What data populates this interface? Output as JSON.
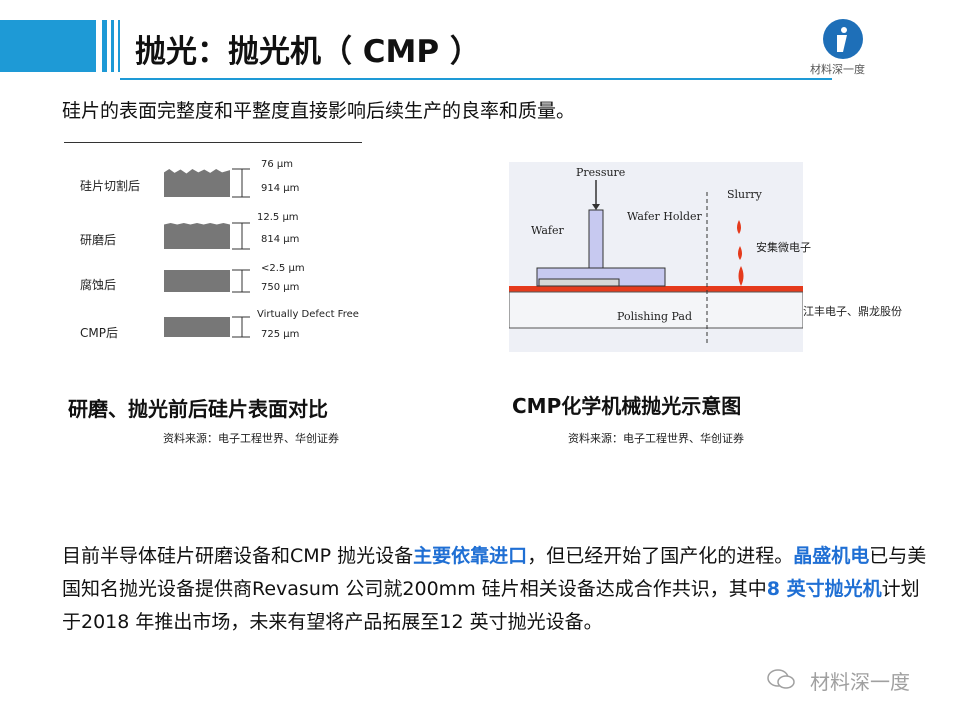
{
  "header": {
    "title": "抛光：抛光机（ CMP ）",
    "logo_text": "材料深一度",
    "accent_color": "#1e9ad6"
  },
  "lead_text": "硅片的表面完整度和平整度直接影响后续生产的良率和质量。",
  "figure_left": {
    "rows": [
      {
        "label": "硅片切割后",
        "top_ann": "76 μm",
        "bottom_ann": "914 μm"
      },
      {
        "label": "研磨后",
        "top_ann": "12.5 μm",
        "bottom_ann": "814 μm"
      },
      {
        "label": "腐蚀后",
        "top_ann": "<2.5 μm",
        "bottom_ann": "750 μm"
      },
      {
        "label": "CMP后",
        "top_ann": "Virtually Defect Free",
        "bottom_ann": "725 μm"
      }
    ],
    "caption": "研磨、抛光前后硅片表面对比",
    "source": "资料来源：电子工程世界、华创证券"
  },
  "figure_right": {
    "labels": {
      "pressure": "Pressure",
      "wafer": "Wafer",
      "wafer_holder": "Wafer Holder",
      "slurry": "Slurry",
      "polishing_pad": "Polishing Pad"
    },
    "caption": "CMP化学机械抛光示意图",
    "source": "资料来源：电子工程世界、华创证券"
  },
  "side_notes": {
    "note1": "安集微电子",
    "note2": "江丰电子、鼎龙股份"
  },
  "body": {
    "p1": "目前半导体硅片研磨设备和CMP 抛光设备",
    "h1": "主要依靠进口",
    "p2": "，但已经开始了国产化的进程。",
    "h2": "晶盛机电",
    "p3": "已与美国知名抛光设备提供商Revasum 公司就200mm 硅片相关设备达成合作共识，其中",
    "h3": "8 英寸抛光机",
    "p4": "计划于2018 年推出市场，未来有望将产品拓展至12 英寸抛光设备。"
  },
  "watermark": "材料深一度"
}
